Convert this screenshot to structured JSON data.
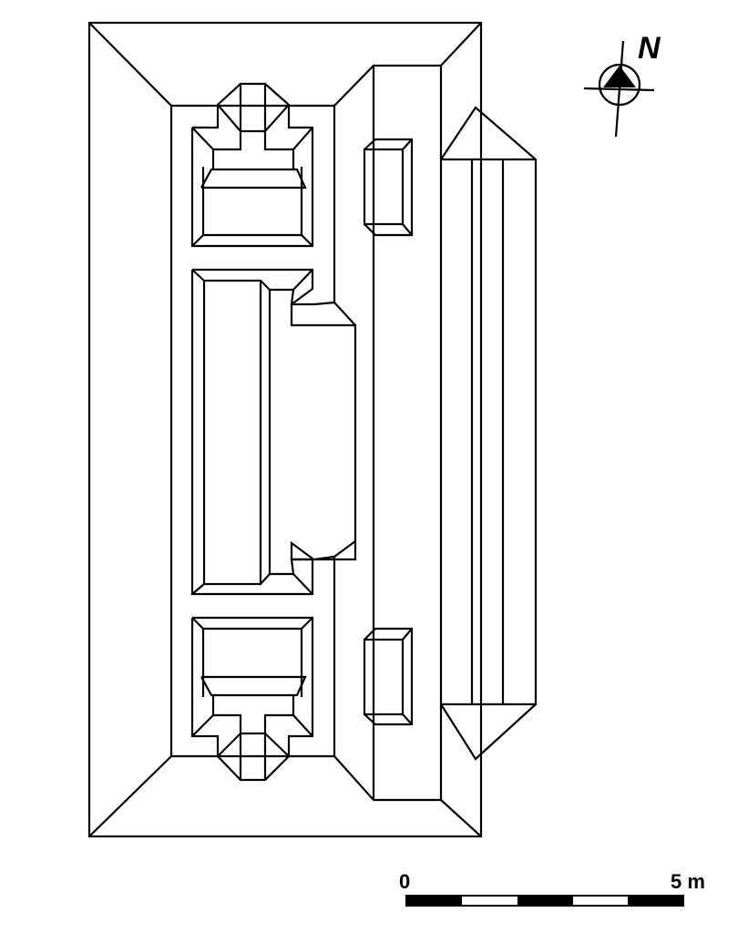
{
  "compass": {
    "north_label": "N",
    "icon": "north-arrow-icon"
  },
  "scale_bar": {
    "start_label": "0",
    "end_label": "5 m",
    "segments": 5
  },
  "colors": {
    "ink": "#000000",
    "paper": "#ffffff"
  }
}
